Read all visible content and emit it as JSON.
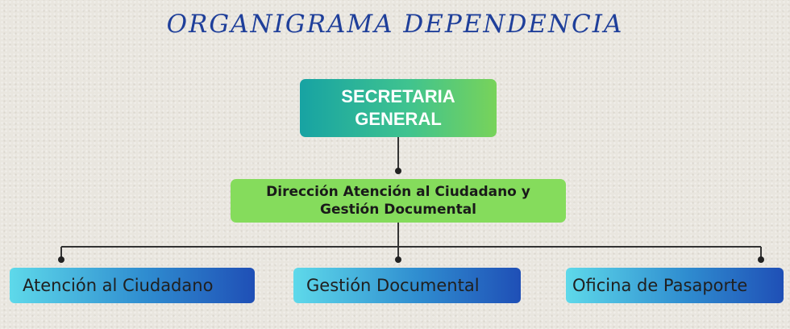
{
  "title": "ORGANIGRAMA DEPENDENCIA",
  "root": {
    "label_line1": "SECRETARIA",
    "label_line2": "GENERAL"
  },
  "direction": {
    "label_line1": "Dirección Atención al Ciudadano y",
    "label_line2": "Gestión Documental"
  },
  "units": [
    {
      "label": "Atención al Ciudadano"
    },
    {
      "label": "Gestión Documental"
    },
    {
      "label": "Oficina de Pasaporte"
    }
  ]
}
